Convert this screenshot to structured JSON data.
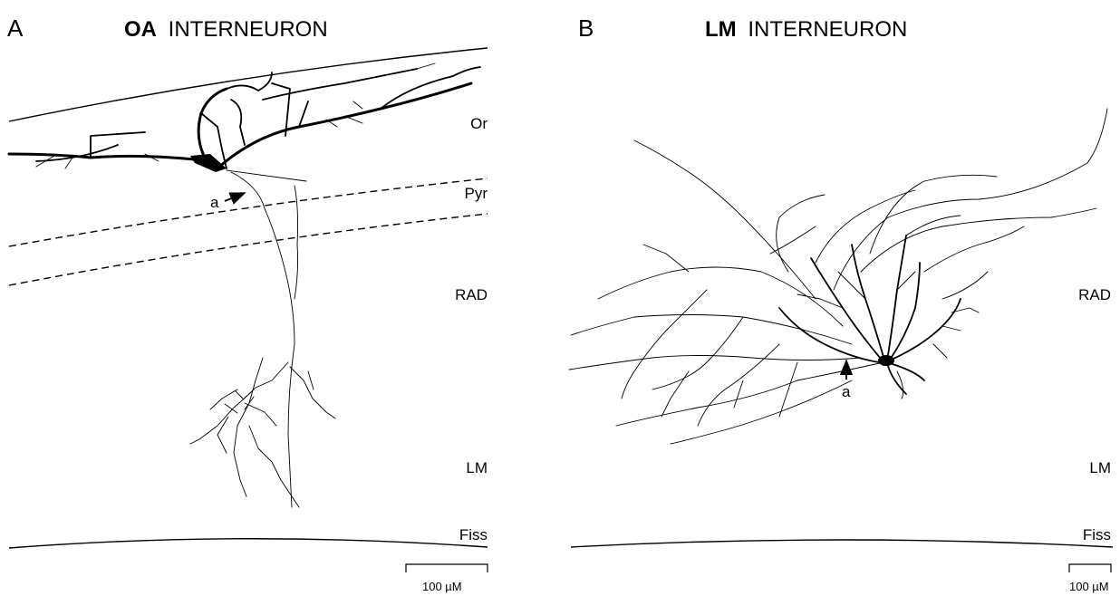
{
  "panel_a": {
    "letter": "A",
    "title_bold": "OA",
    "title_rest": " INTERNEURON",
    "layers": {
      "or": "Or",
      "pyr": "Pyr",
      "rad": "RAD",
      "lm": "LM",
      "fiss": "Fiss"
    },
    "axon_marker": "a",
    "scale_label": "100 µM"
  },
  "panel_b": {
    "letter": "B",
    "title_bold": "LM",
    "title_rest": " INTERNEURON",
    "layers": {
      "rad": "RAD",
      "lm": "LM",
      "fiss": "Fiss"
    },
    "axon_marker": "a",
    "scale_label": "100 µM"
  }
}
